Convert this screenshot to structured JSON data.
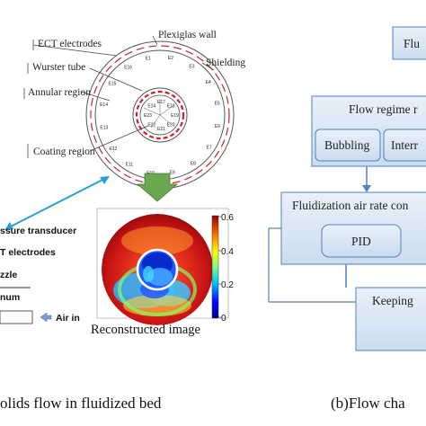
{
  "left_panel": {
    "labels": {
      "ect_electrodes": "ECT electrodes",
      "plexiglas_wall": "Plexiglas wall",
      "wurster_tube": "Wurster tube",
      "shielding": "Shielding",
      "annular_region": "Annular region",
      "coating_region": "Coating region"
    },
    "outer_electrodes": [
      "E1",
      "E2",
      "E3",
      "E4",
      "E5",
      "E6",
      "E7",
      "E8",
      "E9",
      "E10",
      "E11",
      "E12",
      "E13",
      "E14",
      "E15",
      "E16"
    ],
    "inner_electrodes": [
      "E17",
      "E18",
      "E19",
      "E20",
      "E21",
      "E22",
      "E23",
      "E24"
    ],
    "legend": {
      "pressure_transducer": "ssure transducer",
      "ect_electrodes": "T electrodes",
      "nozzle": "zzle",
      "plenum": "num",
      "air_in": "Air in"
    },
    "reconstructed_label": "Reconstructed image",
    "colorbar_ticks": [
      "0.6",
      "0.4",
      "0.2",
      "0"
    ],
    "caption": "olids flow in fluidized bed"
  },
  "right_panel": {
    "top_box": "Flu",
    "flow_regime_box": "Flow regime r",
    "regimes": [
      "Bubbling",
      "Interr"
    ],
    "air_rate_box": "Fluidization air rate con",
    "pid": "PID",
    "keeping_box": "Keeping",
    "caption": "(b)Flow cha"
  },
  "colors": {
    "box_fill": "#dce8f5",
    "box_stroke": "#4f81bd",
    "arrow_blue": "#2a9fd6",
    "arrow_green": "#6aa84f",
    "shield_red": "#d22222"
  }
}
